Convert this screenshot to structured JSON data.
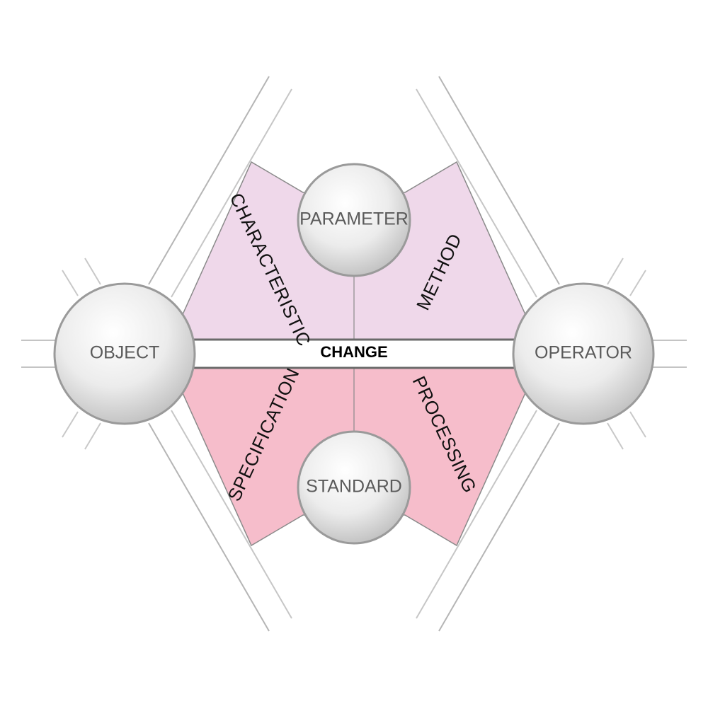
{
  "diagram": {
    "nodes": {
      "parameter": "PARAMETER",
      "object": "OBJECT",
      "operator": "OPERATOR",
      "standard": "STANDARD"
    },
    "regions": {
      "characteristic": "CHARACTERISTIC",
      "method": "METHOD",
      "specification": "SPECIFICATION",
      "processing": "PROCESSING"
    },
    "center": "CHANGE",
    "colors": {
      "upper_fill": "#efd8ea",
      "lower_fill": "#f6bdcb",
      "outline": "#7a7a7a",
      "node_stroke": "#9a9a9a"
    }
  }
}
